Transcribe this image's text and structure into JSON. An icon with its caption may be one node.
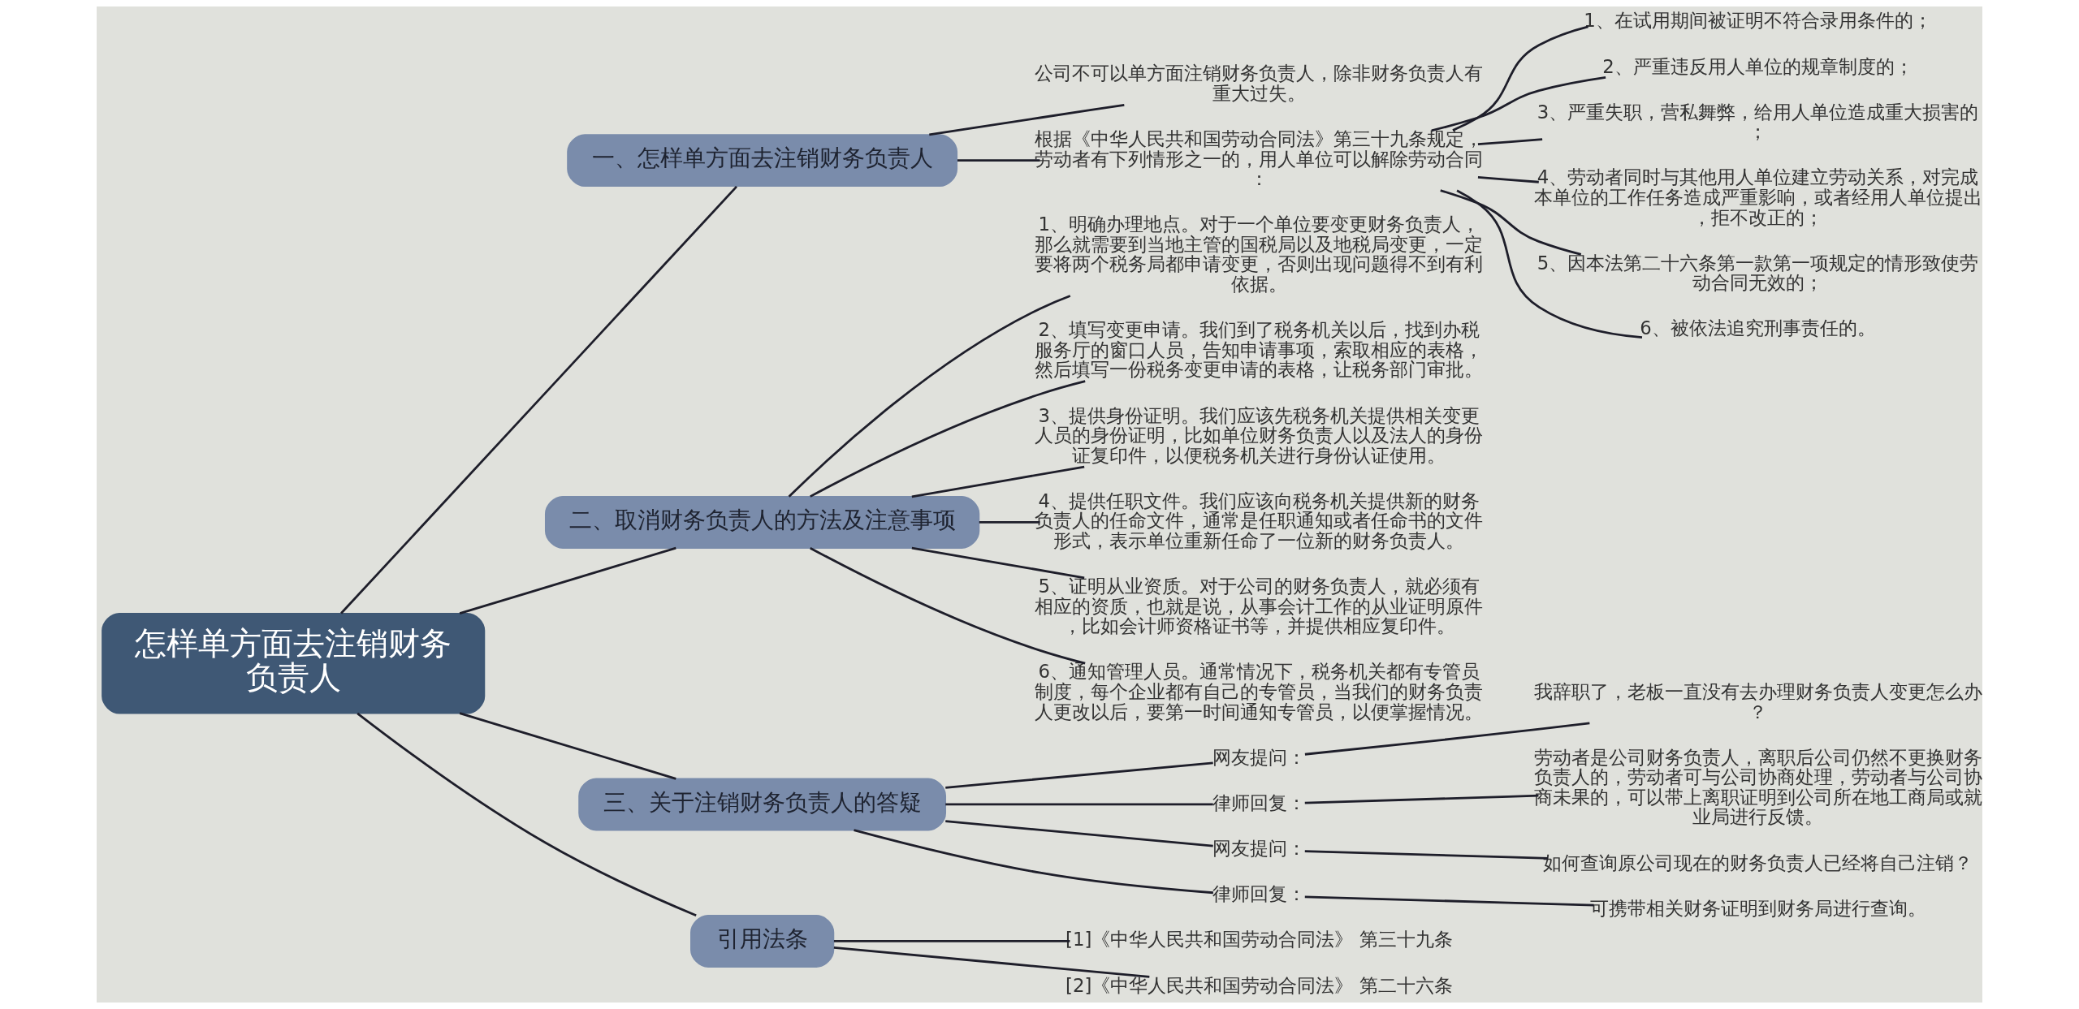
{
  "diagram": {
    "nodes": [
      {
        "text": [
          "怎样单方面去注销财务负责人"
        ]
      },
      {
        "text": [
          "一、怎样单方面去注销财务负责人"
        ]
      },
      {
        "text": [
          "公司不可以单方面注销财务负责人，除非财务负责人有重大过失。"
        ]
      },
      {
        "text": [
          "根据《中华人民共和国劳动合同法》第三十九条规定，劳动者有下列情形之一的，用人单位可以解除劳动合同："
        ]
      },
      {
        "text": [
          "1、在试用期间被证明不符合录用条件的；"
        ]
      },
      {
        "text": [
          "2、严重违反用人单位的规章制度的；"
        ]
      },
      {
        "text": [
          "3、严重失职，营私舞弊，给用人单位造成重大损害的；"
        ]
      },
      {
        "text": [
          "4、劳动者同时与其他用人单位建立劳动关系，对完成本单位的工作任务造成严重影响，或者经用人单位提出，拒不改正的；"
        ]
      },
      {
        "text": [
          "5、因本法第二十六条第一款第一项规定的情形致使劳动合同无效的；"
        ]
      },
      {
        "text": [
          "6、被依法追究刑事责任的。"
        ]
      },
      {
        "text": [
          "二、取消财务负责人的方法及注意事项"
        ]
      },
      {
        "text": [
          "1、明确办理地点。对于一个单位要变更财务负责人，那么就需要到当地主管的国税局以及地税局变更，一定要将两个税务局都申请变更，否则出现问题得不到有利依据。"
        ]
      },
      {
        "text": [
          "2、填写变更申请。我们到了税务机关以后，找到办税服务厅的窗口人员，告知申请事项，索取相应的表格，然后填写一份税务变更申请的表格，让税务部门审批。"
        ]
      },
      {
        "text": [
          "3、提供身份证明。我们应该先税务机关提供相关变更人员的身份证明，比如单位财务负责人以及法人的身份证复印件，以便税务机关进行身份认证使用。"
        ]
      },
      {
        "text": [
          "4、提供任职文件。我们应该向税务机关提供新的财务负责人的任命文件，通常是任职通知或者任命书的文件形式，表示单位重新任命了一位新的财务负责人。"
        ]
      },
      {
        "text": [
          "5、证明从业资质。对于公司的财务负责人，就必须有相应的资质，也就是说，从事会计工作的从业证明原件，比如会计师资格证书等，并提供相应复印件。"
        ]
      },
      {
        "text": [
          "6、通知管理人员。通常情况下，税务机关都有专管员制度，每个企业都有自己的专管员，当我们的财务负责人更改以后，要第一时间通知专管员，以便掌握情况。"
        ]
      },
      {
        "text": [
          "三、关于注销财务负责人的答疑"
        ]
      },
      {
        "text": [
          "网友提问："
        ]
      },
      {
        "text": [
          "我辞职了，老板一直没有去办理财务负责人变更怎么办？"
        ]
      },
      {
        "text": [
          "律师回复："
        ]
      },
      {
        "text": [
          "劳动者是公司财务负责人，离职后公司仍然不更换财务负责人的，劳动者可与公司协商处理，劳动者与公司协商未果的，可以带上离职证明到公司所在地工商局或就业局进行反馈。"
        ]
      },
      {
        "text": [
          "网友提问："
        ]
      },
      {
        "text": [
          "如何查询原公司现在的财务负责人已经将自己注销？"
        ]
      },
      {
        "text": [
          "律师回复："
        ]
      },
      {
        "text": [
          "可携带相关财务证明到财务局进行查询。"
        ]
      },
      {
        "text": [
          "引用法条"
        ]
      },
      {
        "text": [
          "[1]《中华人民共和国劳动合同法》 第三十九条"
        ]
      },
      {
        "text": [
          "[2]《中华人民共和国劳动合同法》 第二十六条"
        ]
      }
    ],
    "edges": [
      {
        "from": 0,
        "to": 1,
        "arrow": "none"
      },
      {
        "from": 1,
        "to": 2,
        "arrow": "none"
      },
      {
        "from": 1,
        "to": 3,
        "arrow": "none"
      },
      {
        "from": 3,
        "to": 4,
        "arrow": "none"
      },
      {
        "from": 3,
        "to": 5,
        "arrow": "none"
      },
      {
        "from": 3,
        "to": 6,
        "arrow": "none"
      },
      {
        "from": 3,
        "to": 7,
        "arrow": "none"
      },
      {
        "from": 3,
        "to": 8,
        "arrow": "none"
      },
      {
        "from": 3,
        "to": 9,
        "arrow": "none"
      },
      {
        "from": 0,
        "to": 10,
        "arrow": "none"
      },
      {
        "from": 10,
        "to": 11,
        "arrow": "none"
      },
      {
        "from": 10,
        "to": 12,
        "arrow": "none"
      },
      {
        "from": 10,
        "to": 13,
        "arrow": "none"
      },
      {
        "from": 10,
        "to": 14,
        "arrow": "none"
      },
      {
        "from": 10,
        "to": 15,
        "arrow": "none"
      },
      {
        "from": 10,
        "to": 16,
        "arrow": "none"
      },
      {
        "from": 0,
        "to": 17,
        "arrow": "none"
      },
      {
        "from": 17,
        "to": 18,
        "arrow": "none"
      },
      {
        "from": 18,
        "to": 19,
        "arrow": "none"
      },
      {
        "from": 17,
        "to": 20,
        "arrow": "none"
      },
      {
        "from": 20,
        "to": 21,
        "arrow": "none"
      },
      {
        "from": 17,
        "to": 22,
        "arrow": "none"
      },
      {
        "from": 22,
        "to": 23,
        "arrow": "none"
      },
      {
        "from": 17,
        "to": 24,
        "arrow": "none"
      },
      {
        "from": 24,
        "to": 25,
        "arrow": "none"
      },
      {
        "from": 0,
        "to": 26,
        "arrow": "none"
      },
      {
        "from": 26,
        "to": 27,
        "arrow": "none"
      },
      {
        "from": 26,
        "to": 28,
        "arrow": "none"
      }
    ]
  }
}
